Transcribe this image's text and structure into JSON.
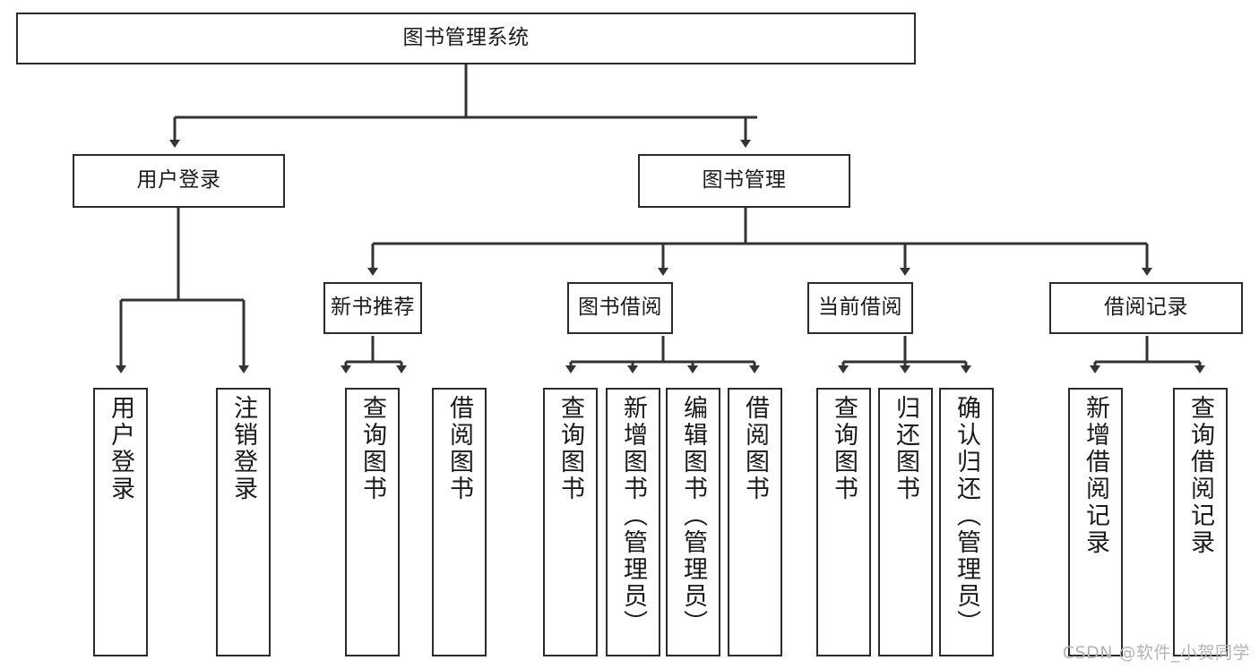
{
  "diagram": {
    "type": "tree-hierarchy",
    "title": "图书管理系统",
    "orientation": "top-down",
    "colors": {
      "node_border": "#2b2b2b",
      "node_fill": "#ffffff",
      "connector": "#333333",
      "text": "#1a1a1a",
      "watermark": "#b4b4b4",
      "background": "#ffffff"
    }
  },
  "root": {
    "label": "图书管理系统"
  },
  "level2": [
    {
      "label": "用户登录"
    },
    {
      "label": "图书管理"
    }
  ],
  "level3": [
    {
      "label": "新书推荐"
    },
    {
      "label": "图书借阅"
    },
    {
      "label": "当前借阅"
    },
    {
      "label": "借阅记录"
    }
  ],
  "leaves": {
    "user_login": [
      {
        "label": "用户登录"
      },
      {
        "label": "注销登录"
      }
    ],
    "new_book_recommend": [
      {
        "label": "查询图书"
      },
      {
        "label": "借阅图书"
      }
    ],
    "book_borrow": [
      {
        "label": "查询图书"
      },
      {
        "label": "新增图书（管理员）"
      },
      {
        "label": "编辑图书（管理员）"
      },
      {
        "label": "借阅图书"
      }
    ],
    "current_borrow": [
      {
        "label": "查询图书"
      },
      {
        "label": "归还图书"
      },
      {
        "label": "确认归还（管理员）"
      }
    ],
    "borrow_record": [
      {
        "label": "新增借阅记录"
      },
      {
        "label": "查询借阅记录"
      }
    ]
  },
  "watermark": {
    "text": "CSDN @软件_小贺同学"
  }
}
